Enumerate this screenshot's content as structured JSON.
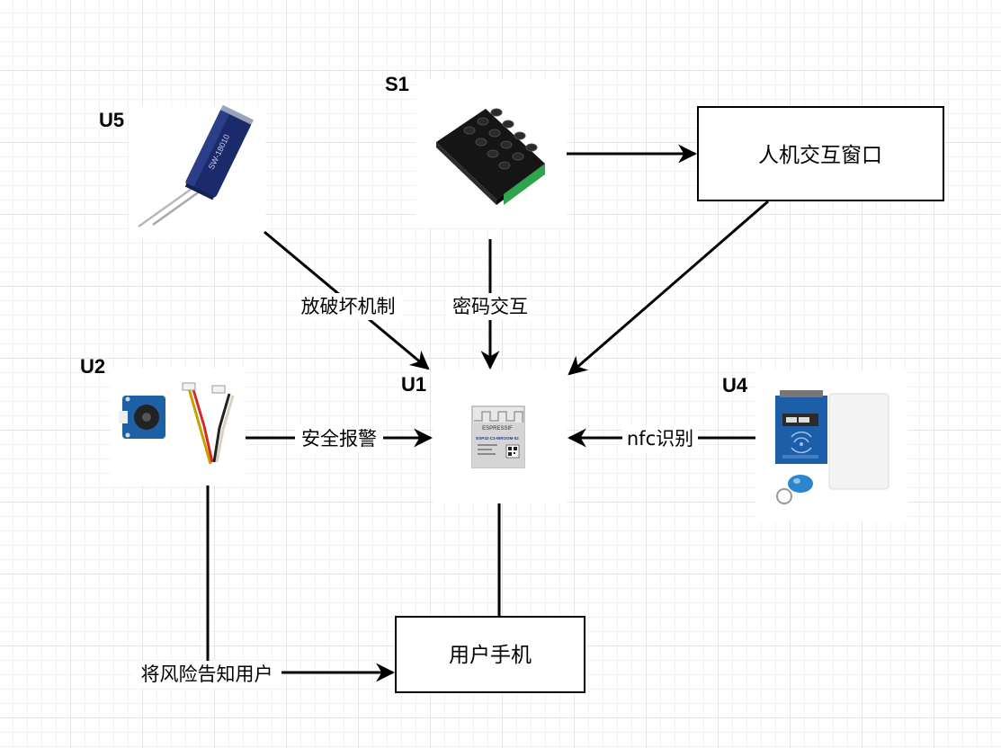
{
  "components": {
    "u5": {
      "label": "U5",
      "icon": "vibration-switch-sensor-icon"
    },
    "s1": {
      "label": "S1",
      "icon": "matrix-keypad-icon"
    },
    "u2": {
      "label": "U2",
      "icon": "buzzer-module-icon"
    },
    "u1": {
      "label": "U1",
      "icon": "esp32-module-icon",
      "chip_brand": "ESPRESSIF",
      "chip_model": "ESP32-C3-WROOM-02"
    },
    "u4": {
      "label": "U4",
      "icon": "nfc-reader-icon"
    }
  },
  "boxes": {
    "hmi": {
      "label": "人机交互窗口"
    },
    "phone": {
      "label": "用户手机"
    }
  },
  "edges": {
    "u5_u1": {
      "label": "放破坏机制"
    },
    "s1_u1": {
      "label": "密码交互"
    },
    "u2_u1": {
      "label": "安全报警"
    },
    "u4_u1": {
      "label": "nfc识别"
    },
    "u2_phone": {
      "label": "将风险告知用户"
    }
  },
  "colors": {
    "line": "#000000",
    "grid": "#e6e6e6",
    "esp_blue": "#1f5fa8"
  }
}
